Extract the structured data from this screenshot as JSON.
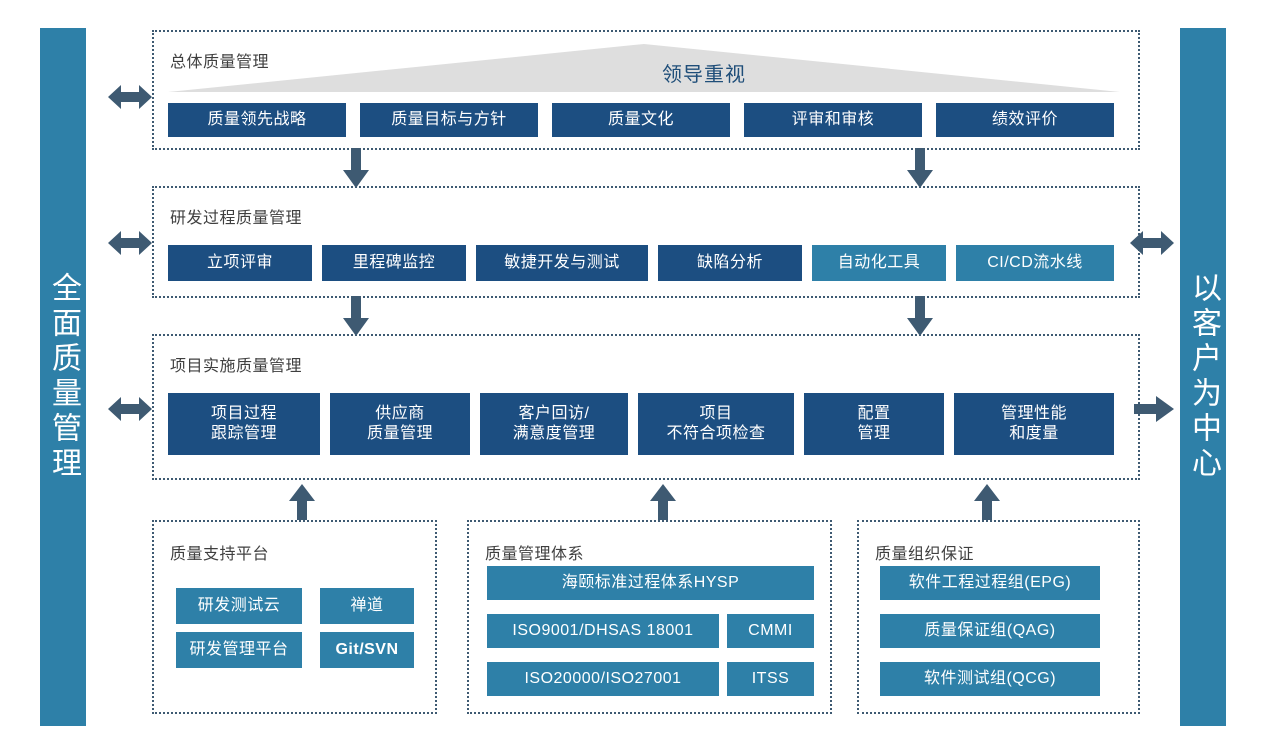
{
  "pillars": {
    "left": {
      "label": "全面质量管理",
      "color": "#2E80A8"
    },
    "right": {
      "label": "以客户为中心",
      "color": "#2E80A8"
    }
  },
  "banner": {
    "label": "领导重视",
    "text_color": "#1F4E79",
    "fill": "#DEDEDE"
  },
  "colors": {
    "navy": "#1C4E81",
    "teal": "#2E80A8",
    "arrow": "#3E5A72",
    "dotted_border": "#3E5A72",
    "title_text": "#3F3F3F"
  },
  "sections": {
    "overall": {
      "title": "总体质量管理",
      "items": [
        {
          "label": "质量领先战略",
          "style": "navy"
        },
        {
          "label": "质量目标与方针",
          "style": "navy"
        },
        {
          "label": "质量文化",
          "style": "navy"
        },
        {
          "label": "评审和审核",
          "style": "navy"
        },
        {
          "label": "绩效评价",
          "style": "navy"
        }
      ]
    },
    "rnd": {
      "title": "研发过程质量管理",
      "items": [
        {
          "label": "立项评审",
          "style": "navy"
        },
        {
          "label": "里程碑监控",
          "style": "navy"
        },
        {
          "label": "敏捷开发与测试",
          "style": "navy"
        },
        {
          "label": "缺陷分析",
          "style": "navy"
        },
        {
          "label": "自动化工具",
          "style": "teal"
        },
        {
          "label": "CI/CD流水线",
          "style": "teal"
        }
      ]
    },
    "project": {
      "title": "项目实施质量管理",
      "items": [
        {
          "label": "项目过程\n跟踪管理",
          "style": "navy"
        },
        {
          "label": "供应商\n质量管理",
          "style": "navy"
        },
        {
          "label": "客户回访/\n满意度管理",
          "style": "navy"
        },
        {
          "label": "项目\n不符合项检查",
          "style": "navy"
        },
        {
          "label": "配置\n管理",
          "style": "navy"
        },
        {
          "label": "管理性能\n和度量",
          "style": "navy"
        }
      ]
    },
    "support": {
      "title": "质量支持平台",
      "items": [
        {
          "label": "研发测试云",
          "style": "teal",
          "bold": false
        },
        {
          "label": "禅道",
          "style": "teal",
          "bold": false
        },
        {
          "label": "研发管理平台",
          "style": "teal",
          "bold": false
        },
        {
          "label": "Git/SVN",
          "style": "teal",
          "bold": true
        }
      ]
    },
    "system": {
      "title": "质量管理体系",
      "items": [
        {
          "label": "海颐标准过程体系HYSP",
          "style": "teal"
        },
        {
          "label": "ISO9001/DHSAS 18001",
          "style": "teal"
        },
        {
          "label": "CMMI",
          "style": "teal"
        },
        {
          "label": "ISO20000/ISO27001",
          "style": "teal"
        },
        {
          "label": "ITSS",
          "style": "teal"
        }
      ]
    },
    "org": {
      "title": "质量组织保证",
      "items": [
        {
          "label": "软件工程过程组(EPG)",
          "style": "teal"
        },
        {
          "label": "质量保证组(QAG)",
          "style": "teal"
        },
        {
          "label": "软件测试组(QCG)",
          "style": "teal"
        }
      ]
    }
  },
  "arrows": {
    "left_overall": "double-arrow-horizontal",
    "left_rnd": "double-arrow-horizontal",
    "left_project": "double-arrow-horizontal",
    "right_rnd": "double-arrow-horizontal",
    "right_project": "arrow-right",
    "down_1a": "arrow-down",
    "down_1b": "arrow-down",
    "down_2a": "arrow-down",
    "down_2b": "arrow-down",
    "up_support": "arrow-up",
    "up_system": "arrow-up",
    "up_org": "arrow-up"
  }
}
